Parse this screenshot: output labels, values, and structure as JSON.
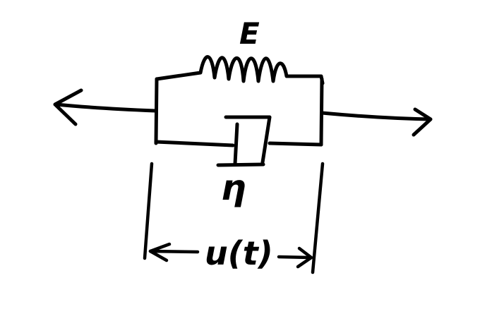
{
  "labels": {
    "spring_symbol": "E",
    "dashpot_symbol": "η",
    "extension": "u(t)"
  },
  "colors": {
    "ink": "#000000",
    "background": "#ffffff"
  }
}
